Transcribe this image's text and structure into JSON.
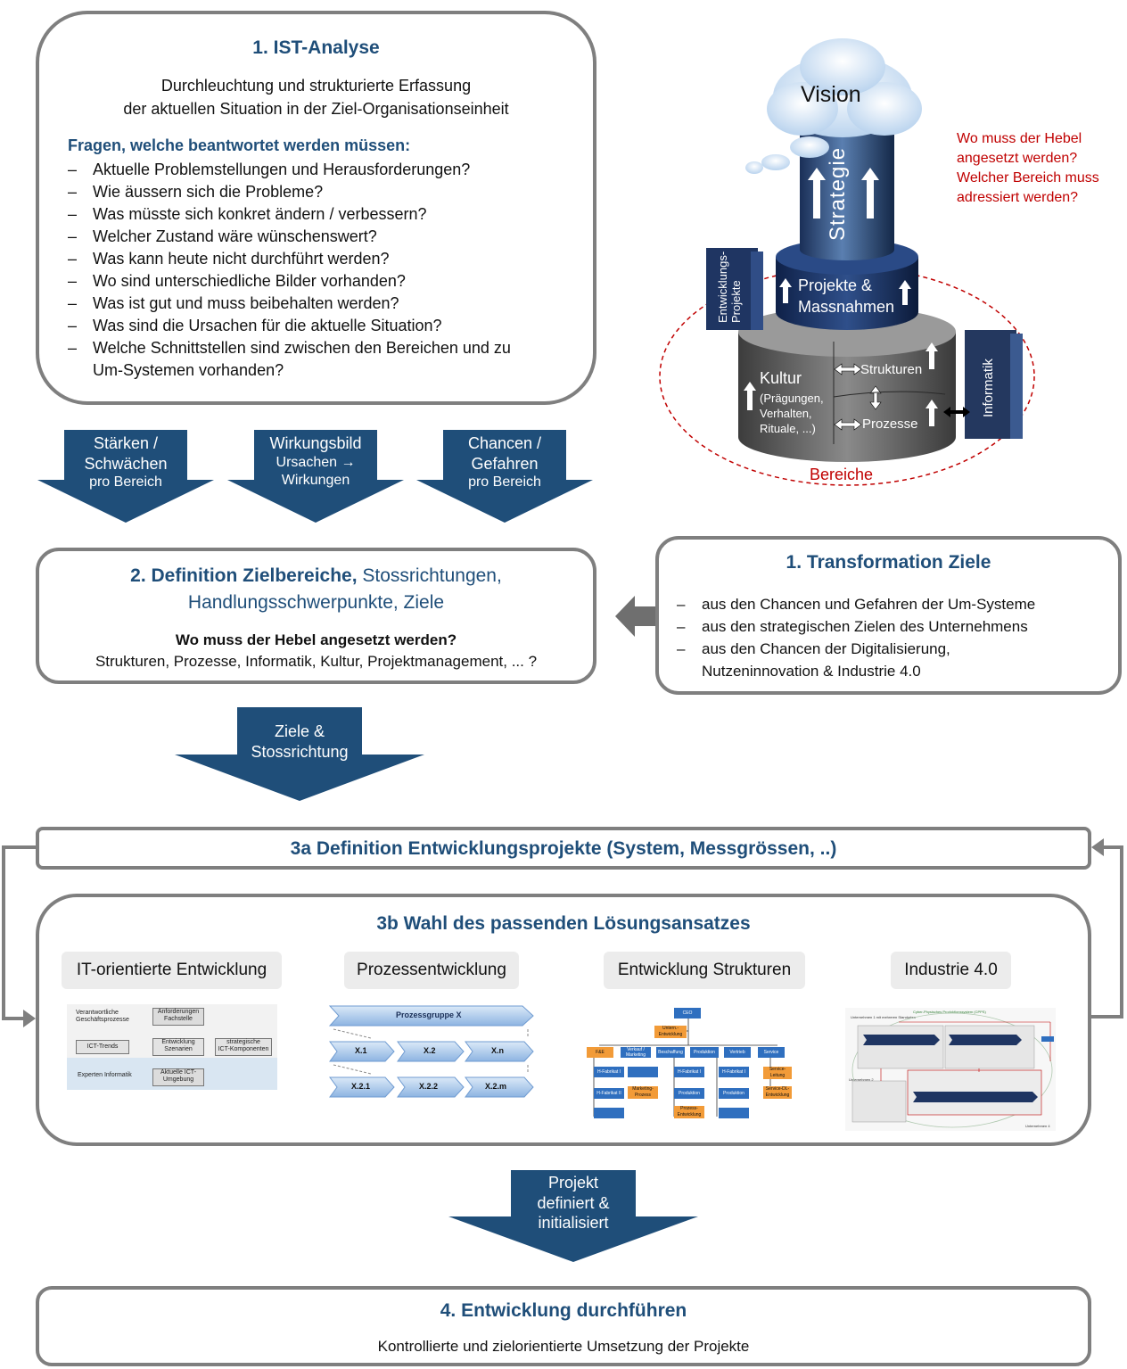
{
  "ist": {
    "title": "1. IST-Analyse",
    "subtitle1": "Durchleuchtung und strukturierte Erfassung",
    "subtitle2": "der aktuellen Situation in der Ziel-Organisationseinheit",
    "questions_heading": "Fragen, welche beantwortet werden müssen:",
    "questions": [
      "Aktuelle Problemstellungen und Herausforderungen?",
      "Wie äussern sich die Probleme?",
      "Was müsste sich konkret ändern / verbessern?",
      "Welcher Zustand wäre wünschenswert?",
      "Was kann heute nicht durchführt werden?",
      "Wo sind unterschiedliche Bilder vorhanden?",
      "Was ist gut und muss beibehalten werden?",
      "Was sind die Ursachen für die aktuelle Situation?",
      "Welche Schnittstellen sind zwischen den Bereichen und zu",
      "Um-Systemen vorhanden?"
    ]
  },
  "arrows_top": [
    {
      "line1": "Stärken /",
      "line2": "Schwächen",
      "line3": "pro Bereich"
    },
    {
      "line1": "Wirkungsbild",
      "line2": "Ursachen →",
      "line3": "Wirkungen"
    },
    {
      "line1": "Chancen /",
      "line2": "Gefahren",
      "line3": "pro Bereich"
    }
  ],
  "graphic": {
    "vision": "Vision",
    "strategie": "Strategie",
    "projekte": "Projekte &",
    "massnahmen": "Massnahmen",
    "entwicklungs": "Entwicklungs-",
    "projekte_side": "Projekte",
    "kultur": "Kultur",
    "kultur_sub1": "(Prägungen,",
    "kultur_sub2": "Verhalten,",
    "kultur_sub3": "Rituale, ...)",
    "strukturen": "Strukturen",
    "prozesse": "Prozesse",
    "informatik": "Informatik",
    "bereiche": "Bereiche",
    "question_red": [
      "Wo muss der Hebel",
      "angesetzt werden?",
      "Welcher Bereich muss",
      "adressiert werden?"
    ]
  },
  "definition": {
    "title_bold": "2. Definition Zielbereiche,",
    "title_rest": "Stossrichtungen,",
    "title_line2": "Handlungsschwerpunkte, Ziele",
    "question": "Wo muss der Hebel angesetzt werden?",
    "areas": "Strukturen, Prozesse, Informatik, Kultur, Projektmanagement, ... ?"
  },
  "transformation": {
    "title": "1. Transformation Ziele",
    "items": [
      "aus den Chancen und Gefahren der Um-Systeme",
      "aus den strategischen Zielen des Unternehmens",
      "aus den Chancen der Digitalisierung,",
      "Nutzeninnovation & Industrie 4.0"
    ]
  },
  "arrow_ziele": {
    "line1": "Ziele &",
    "line2": "Stossrichtung"
  },
  "step3a": {
    "title": "3a Definition Entwicklungsprojekte (System, Messgrössen, ..)"
  },
  "step3b": {
    "title": "3b Wahl des passenden Lösungsansatzes",
    "approaches": [
      "IT-orientierte Entwicklung",
      "Prozessentwicklung",
      "Entwicklung Strukturen",
      "Industrie 4.0"
    ],
    "it_thumb": {
      "r1": "Verantwortliche",
      "r1b": "Geschäftsprozesse",
      "b1": "Anforderungen",
      "b1b": "Fachstelle",
      "ict": "ICT-Trends",
      "dev": "Entwicklung",
      "devb": "Szenarien",
      "strat": "strategische",
      "stratb": "ICT-Komponenten",
      "exp": "Experten Informatik",
      "akt": "Aktuelle ICT-",
      "aktb": "Umgebung"
    },
    "proc_thumb": {
      "top": "Prozessgruppe X",
      "row1": [
        "X.1",
        "X.2",
        "X.n"
      ],
      "row2": [
        "X.2.1",
        "X.2.2",
        "X.2.m"
      ]
    },
    "org_thumb": {
      "ceo": "CEO",
      "ue": "Untern.-",
      "ueb": "Entwicklung",
      "cols": [
        "F&E",
        "Verkauf /",
        "Beschaffung",
        "Produktion",
        "Vertrieb",
        "Service"
      ],
      "col2b": "Marketing",
      "h1": "H-Fabrikat I",
      "h2": "H-Fabrikat II",
      "mk": "Marketing-",
      "mkb": "Prozess",
      "hf": "H-Fabrikat I",
      "prod": "Produktion",
      "hf2": "H-Fabrikat I",
      "prod2": "Produktion",
      "pe": "Prozess-",
      "peb": "Entwicklung",
      "sl": "Service-",
      "slb": "Leitung",
      "sd": "Service-DL-",
      "sdb": "Entwicklung"
    },
    "ind_thumb": {
      "label1": "Cyber-Physisches Produktionssystem (CPPS)",
      "label2": "Unternehmen 1 mit mehreren Standorten",
      "label3": "Unternehmen 2",
      "label4": "Unternehmen 4"
    }
  },
  "arrow_projekt": {
    "line1": "Projekt",
    "line2": "definiert &",
    "line3": "initialisiert"
  },
  "step4": {
    "title": "4. Entwicklung durchführen",
    "subtitle": "Kontrollierte und zielorientierte Umsetzung der Projekte"
  },
  "colors": {
    "navy": "#1f4e79",
    "arrow": "#1f4e79",
    "border": "#7f7f7f",
    "red": "#c00000"
  }
}
